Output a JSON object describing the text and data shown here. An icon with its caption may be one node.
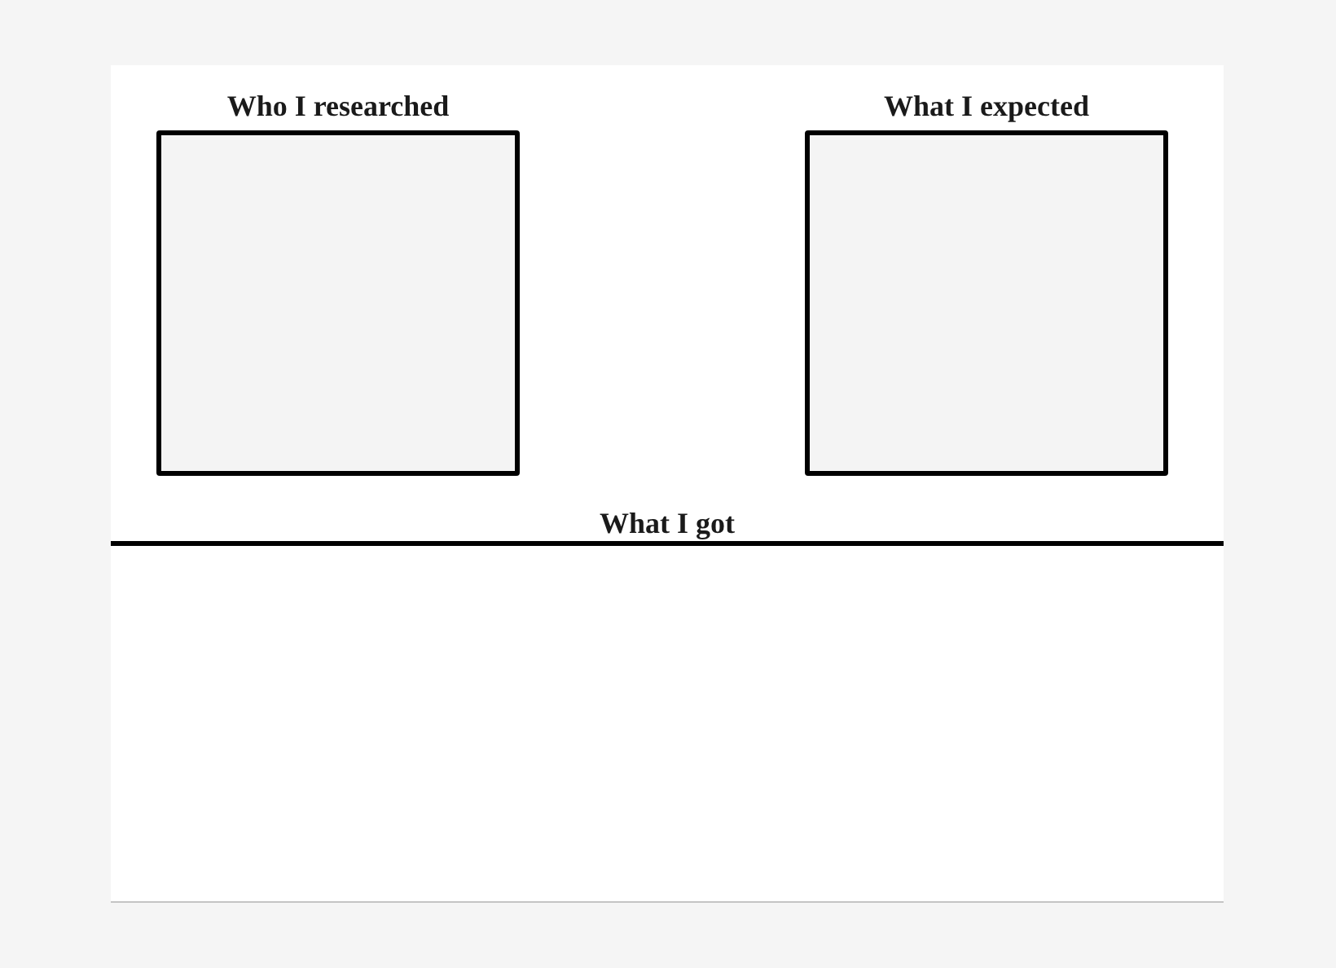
{
  "diagram": {
    "nodes": [
      {
        "text": [
          "Who I researched"
        ]
      },
      {
        "text": [
          "What I expected"
        ]
      }
    ],
    "labels": [
      "What I got"
    ]
  }
}
